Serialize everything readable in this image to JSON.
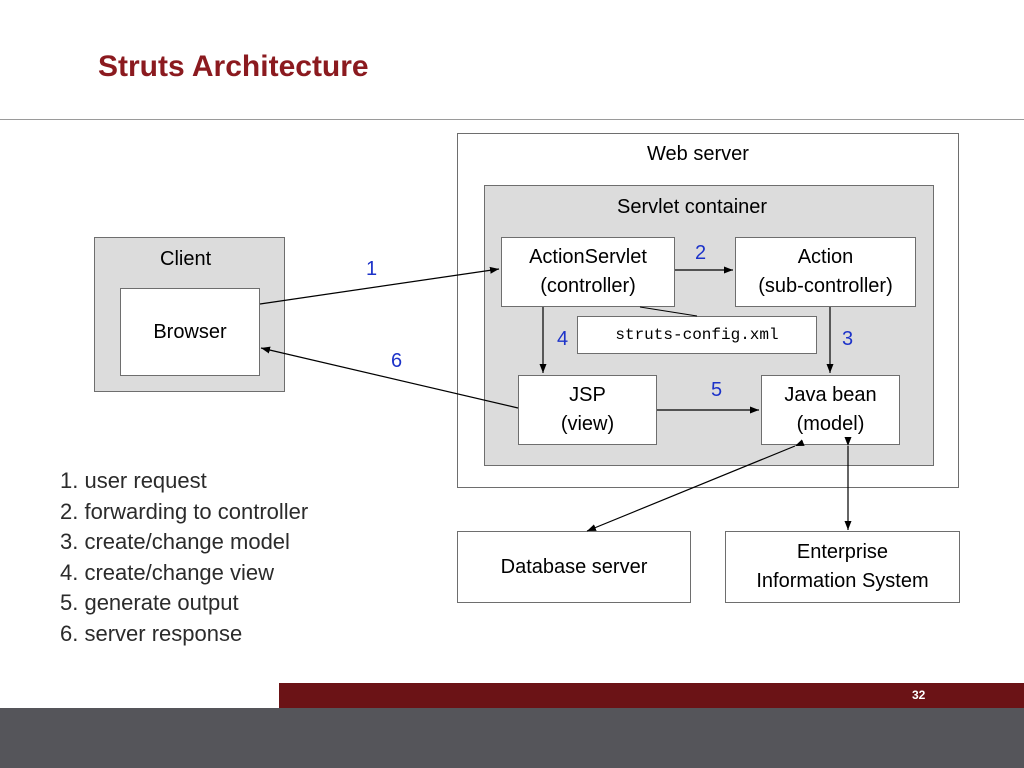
{
  "slide": {
    "title": "Struts Architecture",
    "page_number": "32"
  },
  "diagram": {
    "web_server": "Web server",
    "servlet_container": "Servlet container",
    "client": "Client",
    "browser": "Browser",
    "action_servlet": "ActionServlet\n(controller)",
    "action": "Action\n(sub-controller)",
    "struts_config": "struts-config.xml",
    "jsp": "JSP\n(view)",
    "java_bean": "Java bean\n(model)",
    "database_server": "Database server",
    "eis": "Enterprise\nInformation System",
    "step_labels": [
      "1",
      "2",
      "3",
      "4",
      "5",
      "6"
    ]
  },
  "legend": [
    "1. user request",
    "2. forwarding to controller",
    "3. create/change model",
    "4. create/change view",
    "5. generate output",
    "6. server response"
  ],
  "colors": {
    "title": "#8b1a1f",
    "step_numbers": "#1d33c9",
    "container_fill": "#dcdcdc",
    "footer_red": "#6b1316",
    "footer_gray": "#55555a"
  }
}
